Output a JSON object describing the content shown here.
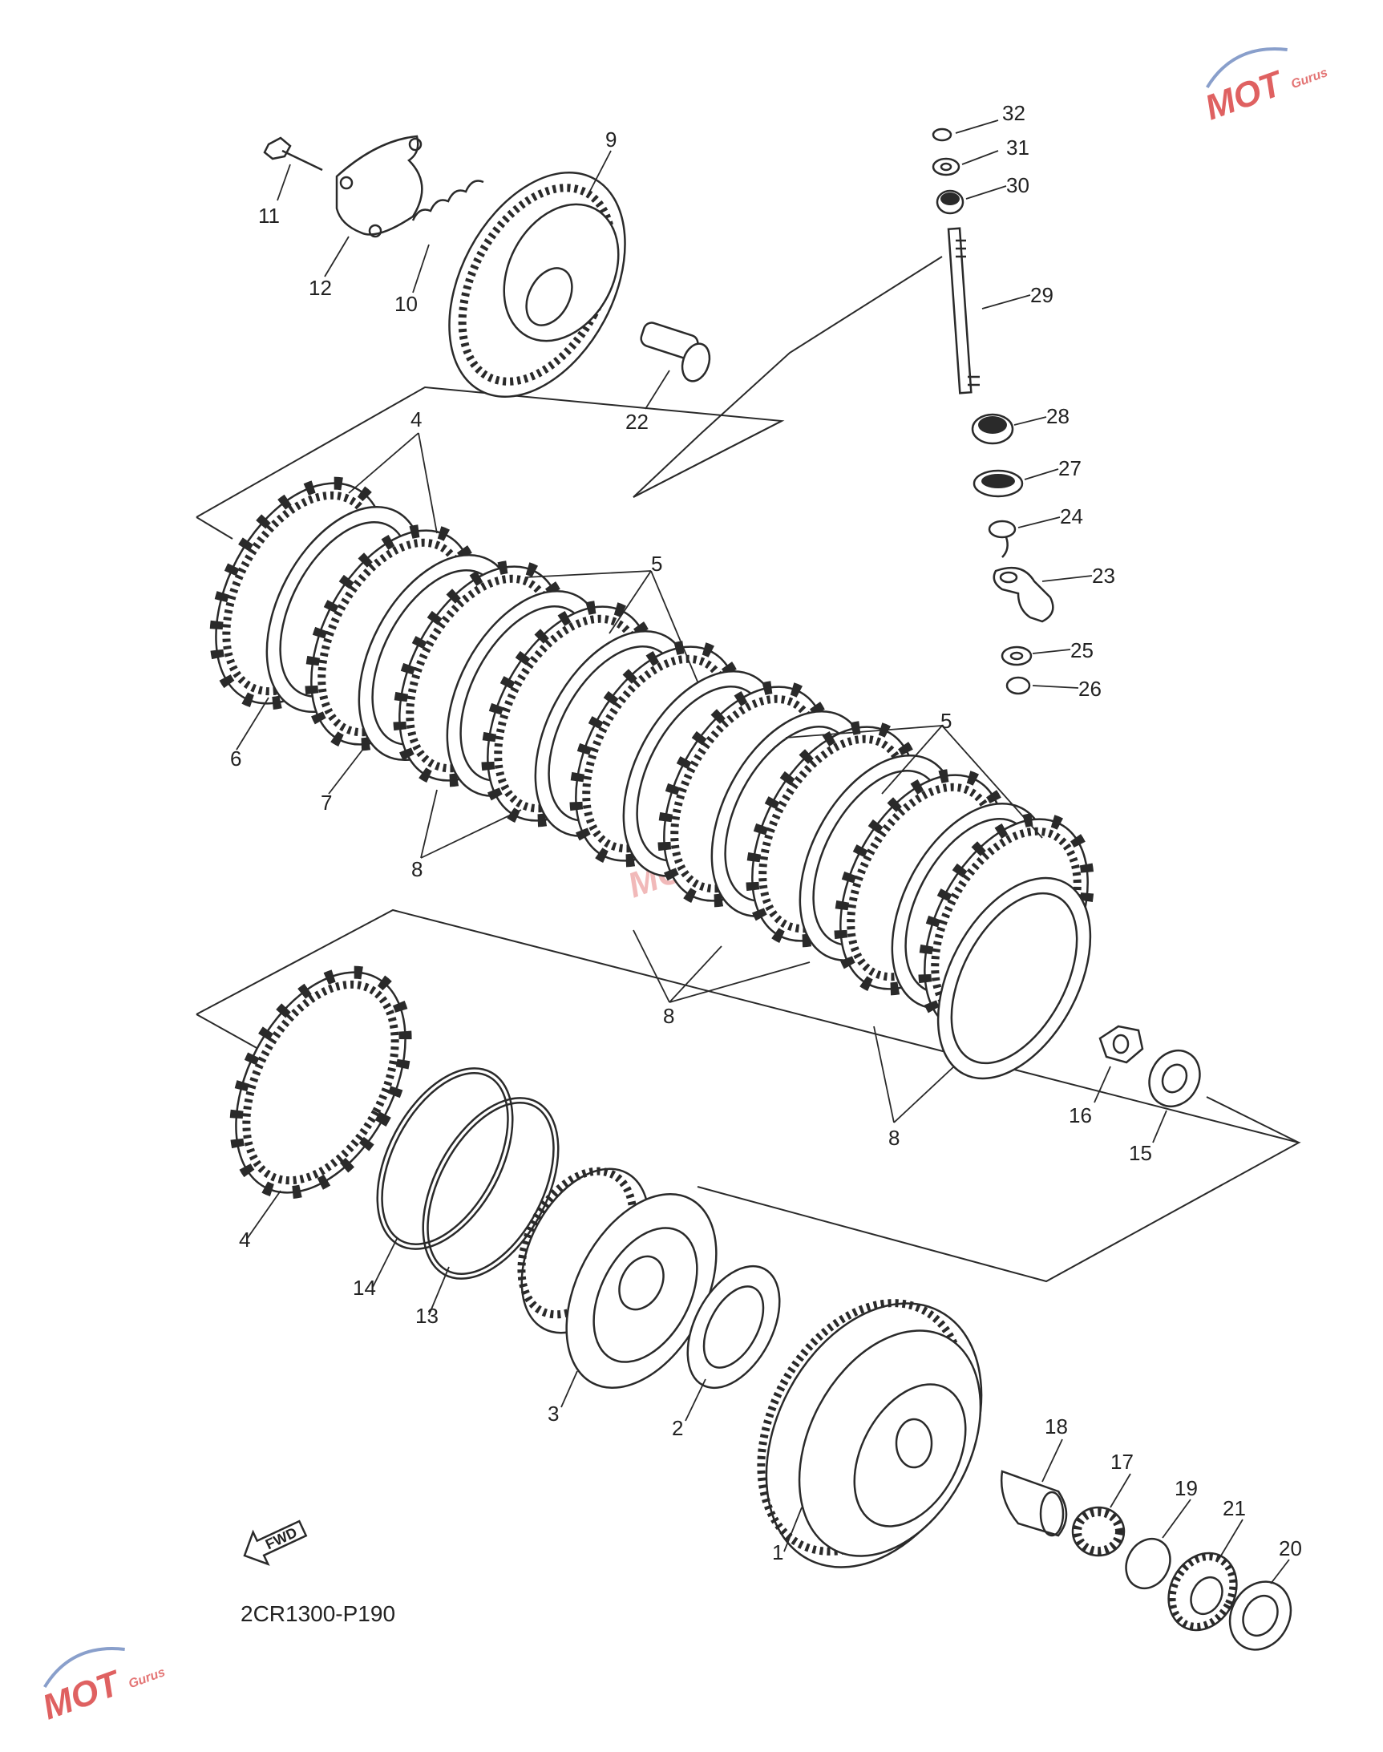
{
  "diagram_code": "2CR1300-P190",
  "fwd_label": "FWD",
  "watermark": {
    "main": "MOT",
    "sub": "Gurus",
    "color": "#d83a3a",
    "accent": "#3a5fa8"
  },
  "callouts": [
    {
      "id": "c1",
      "label": "1"
    },
    {
      "id": "c2",
      "label": "2"
    },
    {
      "id": "c3",
      "label": "3"
    },
    {
      "id": "c4a",
      "label": "4"
    },
    {
      "id": "c4b",
      "label": "4"
    },
    {
      "id": "c5a",
      "label": "5"
    },
    {
      "id": "c5b",
      "label": "5"
    },
    {
      "id": "c6",
      "label": "6"
    },
    {
      "id": "c7",
      "label": "7"
    },
    {
      "id": "c8a",
      "label": "8"
    },
    {
      "id": "c8b",
      "label": "8"
    },
    {
      "id": "c8c",
      "label": "8"
    },
    {
      "id": "c9",
      "label": "9"
    },
    {
      "id": "c10",
      "label": "10"
    },
    {
      "id": "c11",
      "label": "11"
    },
    {
      "id": "c12",
      "label": "12"
    },
    {
      "id": "c13",
      "label": "13"
    },
    {
      "id": "c14",
      "label": "14"
    },
    {
      "id": "c15",
      "label": "15"
    },
    {
      "id": "c16",
      "label": "16"
    },
    {
      "id": "c17",
      "label": "17"
    },
    {
      "id": "c18",
      "label": "18"
    },
    {
      "id": "c19",
      "label": "19"
    },
    {
      "id": "c20",
      "label": "20"
    },
    {
      "id": "c21",
      "label": "21"
    },
    {
      "id": "c22",
      "label": "22"
    },
    {
      "id": "c23",
      "label": "23"
    },
    {
      "id": "c24",
      "label": "24"
    },
    {
      "id": "c25",
      "label": "25"
    },
    {
      "id": "c26",
      "label": "26"
    },
    {
      "id": "c27",
      "label": "27"
    },
    {
      "id": "c28",
      "label": "28"
    },
    {
      "id": "c29",
      "label": "29"
    },
    {
      "id": "c30",
      "label": "30"
    },
    {
      "id": "c31",
      "label": "31"
    },
    {
      "id": "c32",
      "label": "32"
    }
  ]
}
